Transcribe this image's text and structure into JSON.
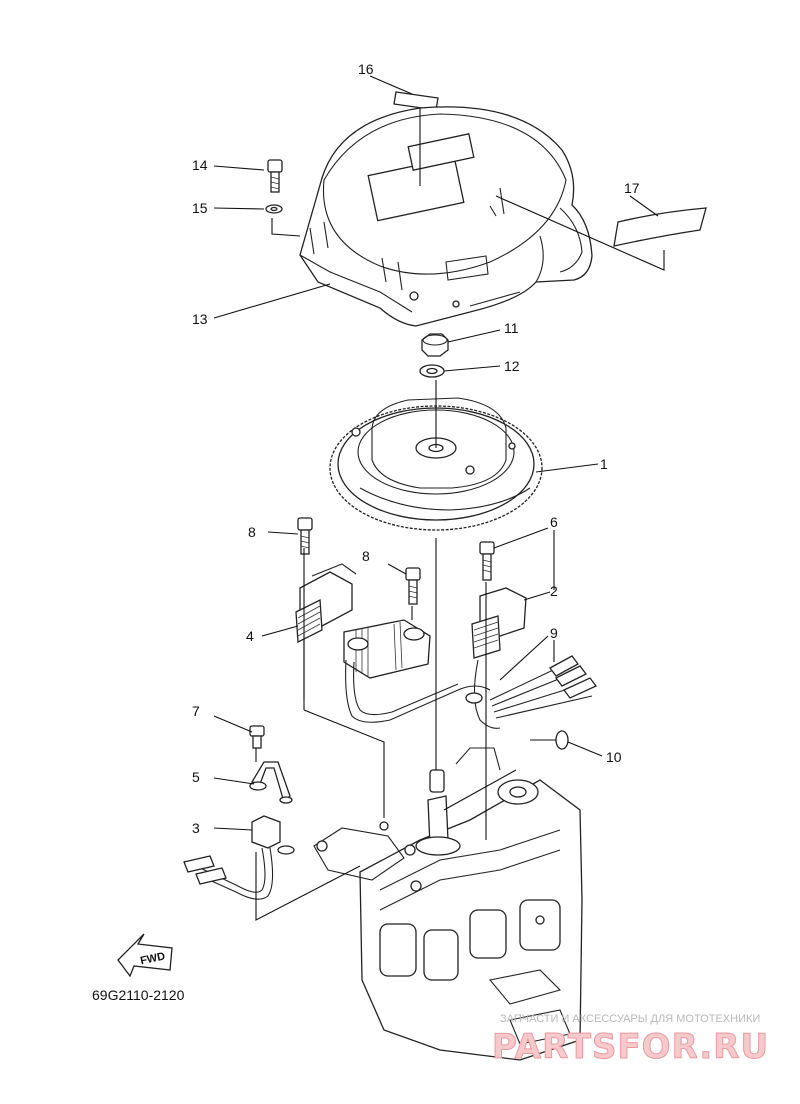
{
  "callouts": [
    {
      "id": "16",
      "text": "16"
    },
    {
      "id": "14",
      "text": "14"
    },
    {
      "id": "15",
      "text": "15"
    },
    {
      "id": "17",
      "text": "17"
    },
    {
      "id": "13",
      "text": "13"
    },
    {
      "id": "11",
      "text": "11"
    },
    {
      "id": "12",
      "text": "12"
    },
    {
      "id": "1",
      "text": "1"
    },
    {
      "id": "8a",
      "text": "8"
    },
    {
      "id": "6",
      "text": "6"
    },
    {
      "id": "8b",
      "text": "8"
    },
    {
      "id": "2",
      "text": "2"
    },
    {
      "id": "4",
      "text": "4"
    },
    {
      "id": "9",
      "text": "9"
    },
    {
      "id": "7",
      "text": "7"
    },
    {
      "id": "10",
      "text": "10"
    },
    {
      "id": "5",
      "text": "5"
    },
    {
      "id": "3",
      "text": "3"
    }
  ],
  "fwd_label": "FWD",
  "part_code": "69G2110-2120",
  "watermark": {
    "tagline": "ЗАПЧАСТИ И АКСЕССУАРЫ ДЛЯ МОТОТЕХНИКИ",
    "brand": "PARTSFOR.RU",
    "color": "#e88a92"
  }
}
